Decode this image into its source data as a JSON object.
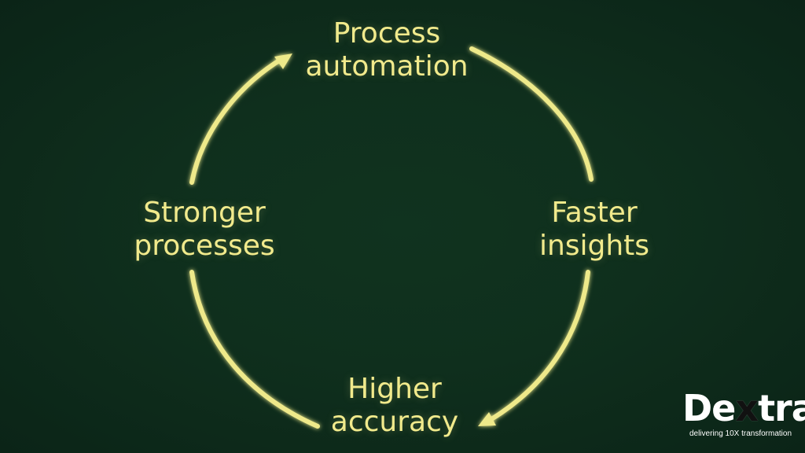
{
  "diagram": {
    "type": "cycle",
    "nodes": {
      "top": {
        "line1": "Process",
        "line2": "automation"
      },
      "right": {
        "line1": "Faster",
        "line2": "insights"
      },
      "bottom": {
        "line1": "Higher",
        "line2": "accuracy"
      },
      "left": {
        "line1": "Stronger",
        "line2": "processes"
      }
    },
    "arrow_color": "#eee98a"
  },
  "logo": {
    "text_before": "De",
    "text_x": "x",
    "text_after": "tra",
    "tagline": "delivering 10X transformation"
  },
  "colors": {
    "background": "#0f2f1d",
    "text": "#f1ea8c",
    "logo_text": "#ffffff"
  }
}
